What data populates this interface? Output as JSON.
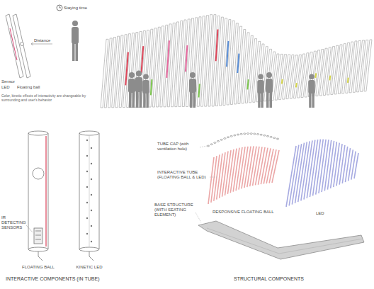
{
  "diagram": {
    "labels": [
      "Staying time",
      "Sensor",
      "Distance",
      "LED",
      "Floating ball",
      "Color, kinetic effects of interactivity are changeable by surrounding and user's behavior",
      "TUBE CAP (with ventilation hole)",
      "INTERACTIVE TUBE (FLOATING BALL & LED)",
      "RESPONSIVE FLOATING BALL",
      "LED",
      "BASE STRUCTURE (WITH SEATING ELEMENT)",
      "IR DETECTING SENSORS",
      "FLOATING BALL",
      "KINETIC LED",
      "INTERACTIVE COMPONENTS (IN TUBE)",
      "STRUCTURAL COMPONENTS"
    ]
  }
}
